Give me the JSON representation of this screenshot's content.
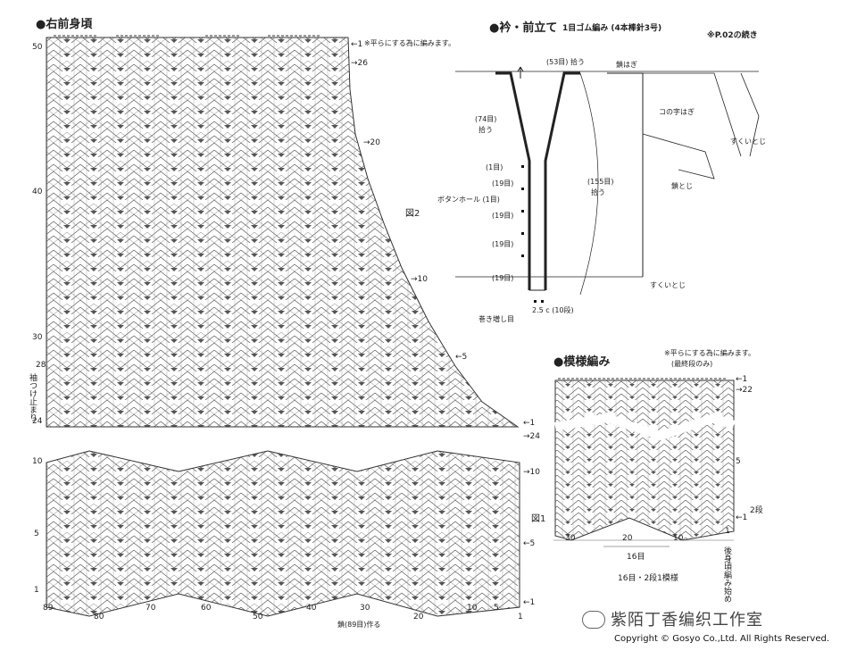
{
  "right_front": {
    "title": "●右前身頃",
    "note": "※平らにする為に編みます。",
    "fig2": "図2",
    "fig1": "図1",
    "sleeve_label": "袖つけ止まり",
    "foundation": "鎖(89目)作る",
    "upper_rows_left": [
      "50",
      "40",
      "30",
      "28",
      "24"
    ],
    "lower_rows_left": [
      "10",
      "5",
      "1"
    ],
    "upper_arrows": [
      "←1",
      "→26",
      "→20",
      "→10",
      "←5",
      "←1",
      "→24"
    ],
    "lower_arrows": [
      "→10",
      "←5",
      "←1"
    ],
    "stitch_counts": [
      "89",
      "80",
      "70",
      "60",
      "50",
      "40",
      "30",
      "20",
      "10",
      "5",
      "1"
    ]
  },
  "collar": {
    "title": "●衿・前立て",
    "method": "1目ゴム編み (4本棒針3号)",
    "continued": "※P.02の続き",
    "labels": {
      "pick53": "(53目) 拾う",
      "chain_join": "鎖はぎ",
      "ko_join": "コの字はぎ",
      "scoop_bind": "すくいとじ",
      "chain_bind": "鎖とじ",
      "pick74": "(74目)",
      "pick74b": "拾う",
      "pick155": "(155目)",
      "pick155b": "拾う",
      "r1": "(1目)",
      "r19a": "(19目)",
      "buttonhole": "ボタンホール (1目)",
      "r19b": "(19目)",
      "r19c": "(19目)",
      "r19d": "(19目)",
      "scoop_bind2": "すくいとじ",
      "width": "2.5 c (10段)",
      "wind_inc": "巻き増し目"
    }
  },
  "pattern": {
    "title": "●模様編み",
    "note1": "※平らにする為に編みます。",
    "note2": "(最終段のみ)",
    "rows": [
      "←1",
      "→22",
      "5",
      "←1"
    ],
    "repeat_rows": "2段",
    "stitch_counts": [
      "30",
      "20",
      "10",
      "1"
    ],
    "repeat_st": "16目",
    "repeat_desc": "16目・2段1模様",
    "start_label": "後身頃編み始め"
  },
  "footer": {
    "watermark": "紫陌丁香编织工作室",
    "copyright": "Copyright © Gosyo Co.,Ltd. All Rights Reserved."
  }
}
